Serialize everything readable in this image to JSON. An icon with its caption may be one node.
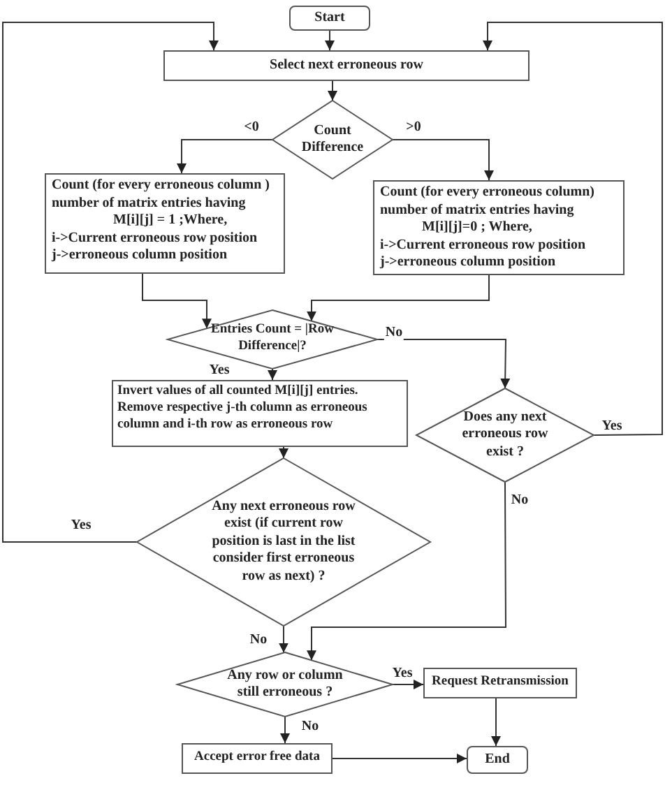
{
  "diagram": {
    "nodes": [
      {
        "text": [
          "Start"
        ]
      },
      {
        "text": [
          "Select next erroneous row"
        ]
      },
      {
        "text": [
          "Count Difference"
        ]
      },
      {
        "text": [
          "Count (for every erroneous column ) number of matrix entries having",
          "M[i][j] = 1  ;Where,",
          "i->Current erroneous row position",
          "j->erroneous column position"
        ]
      },
      {
        "text": [
          "Count (for every erroneous column) number of matrix entries having",
          "M[i][j]=0 ; Where,",
          "i->Current erroneous row position",
          "j->erroneous column position"
        ]
      },
      {
        "text": [
          "Entries Count = |Row Difference|?"
        ]
      },
      {
        "text": [
          "Invert values of all counted M[i][j] entries. Remove respective j-th column as erroneous column and i-th row as erroneous row"
        ]
      },
      {
        "text": [
          "Does any next erroneous row exist ?"
        ]
      },
      {
        "text": [
          "Any next erroneous row exist (if current row position is last in the list consider first erroneous row as next) ?"
        ]
      },
      {
        "text": [
          "Any row or column still erroneous ?"
        ]
      },
      {
        "text": [
          "Request Retransmission"
        ]
      },
      {
        "text": [
          "Accept error free data"
        ]
      },
      {
        "text": [
          "End"
        ]
      }
    ],
    "edges": [
      {
        "from": 0,
        "to": 1,
        "arrow": "to"
      },
      {
        "from": 1,
        "to": 2,
        "arrow": "to"
      },
      {
        "from": 2,
        "to": 3,
        "arrow": "to",
        "label": "<0"
      },
      {
        "from": 2,
        "to": 4,
        "arrow": "to",
        "label": ">0"
      },
      {
        "from": 3,
        "to": 5,
        "arrow": "to"
      },
      {
        "from": 4,
        "to": 5,
        "arrow": "to"
      },
      {
        "from": 5,
        "to": 6,
        "arrow": "to",
        "label": "Yes"
      },
      {
        "from": 5,
        "to": 7,
        "arrow": "to",
        "label": "No"
      },
      {
        "from": 6,
        "to": 8,
        "arrow": "to"
      },
      {
        "from": 8,
        "to": 1,
        "arrow": "to",
        "label": "Yes"
      },
      {
        "from": 7,
        "to": 1,
        "arrow": "to",
        "label": "Yes"
      },
      {
        "from": 8,
        "to": 9,
        "arrow": "to",
        "label": "No"
      },
      {
        "from": 7,
        "to": 9,
        "arrow": "to",
        "label": "No"
      },
      {
        "from": 9,
        "to": 10,
        "arrow": "to",
        "label": "Yes"
      },
      {
        "from": 9,
        "to": 11,
        "arrow": "to",
        "label": "No"
      },
      {
        "from": 10,
        "to": 12,
        "arrow": "to"
      },
      {
        "from": 11,
        "to": 12,
        "arrow": "to"
      }
    ]
  }
}
